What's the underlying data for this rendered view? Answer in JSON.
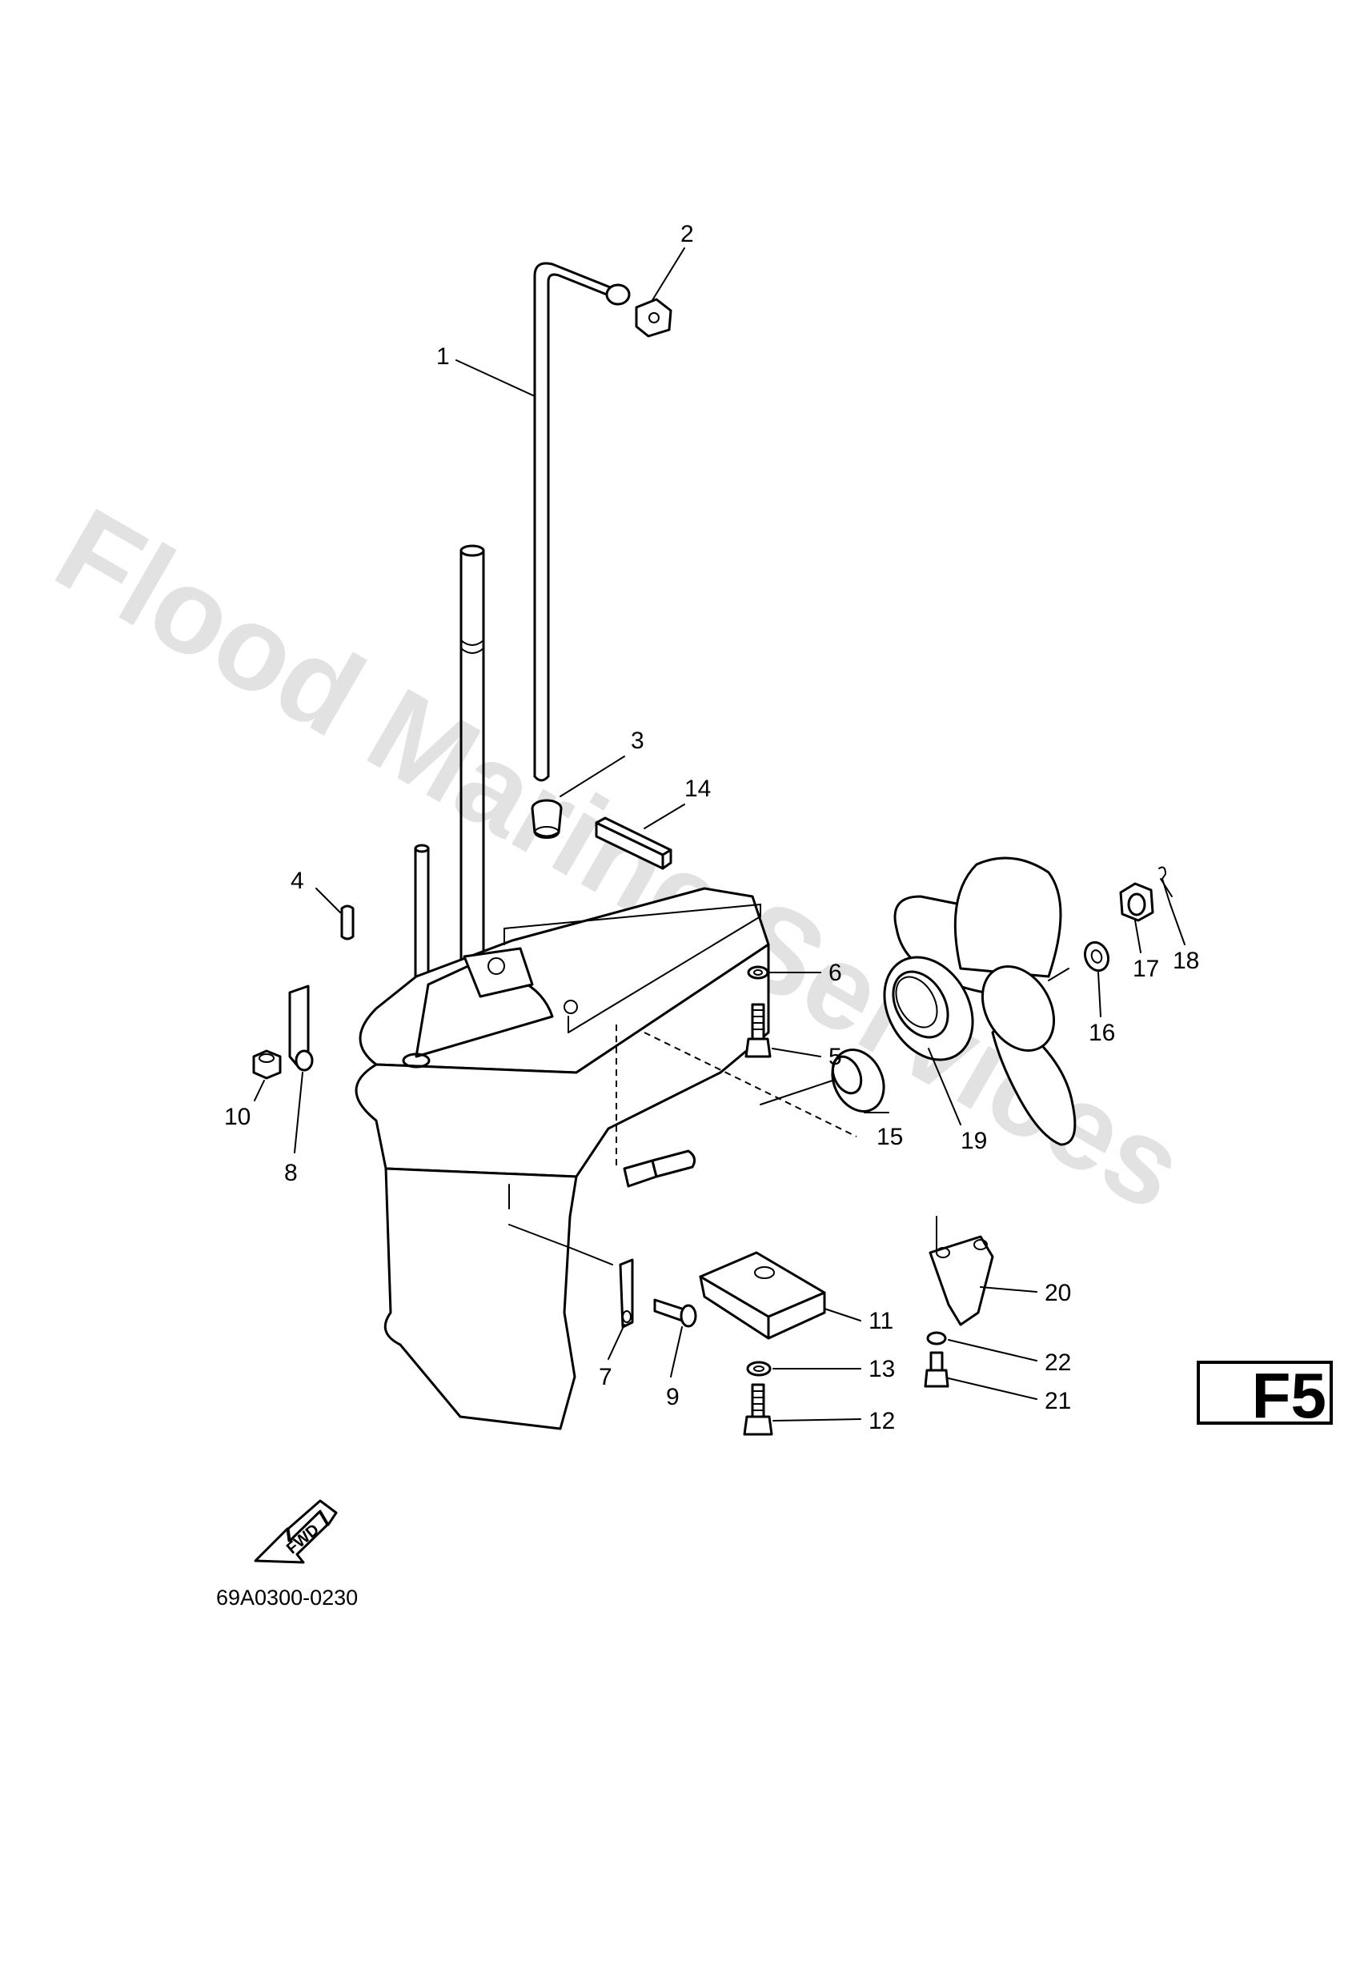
{
  "watermark": "Flood Marine Services",
  "part_code": "69A0300-0230",
  "fwd_label": "FWD",
  "page_label": "F5",
  "callouts": {
    "c1": "1",
    "c2": "2",
    "c3": "3",
    "c4": "4",
    "c5": "5",
    "c6": "6",
    "c7": "7",
    "c8": "8",
    "c9": "9",
    "c10": "10",
    "c11": "11",
    "c12": "12",
    "c13": "13",
    "c14": "14",
    "c15": "15",
    "c16": "16",
    "c17": "17",
    "c18": "18",
    "c19": "19",
    "c20": "20",
    "c21": "21",
    "c22": "22"
  }
}
